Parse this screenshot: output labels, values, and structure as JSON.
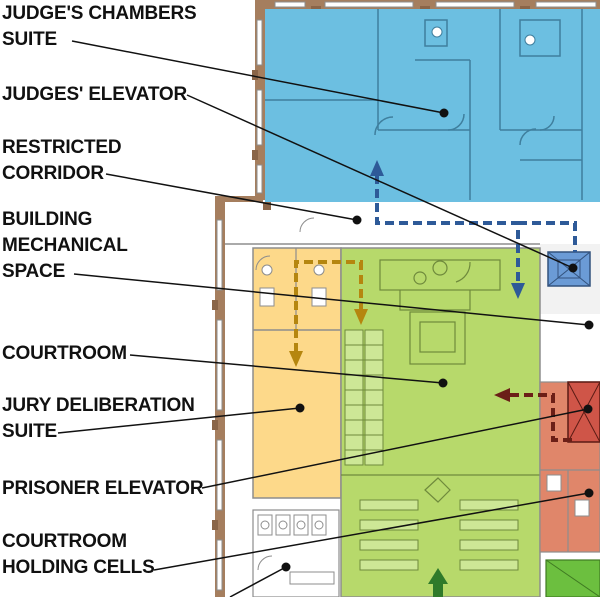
{
  "labels": [
    {
      "id": "judges-chambers-suite",
      "lines": [
        "JUDGE'S CHAMBERS",
        "SUITE"
      ]
    },
    {
      "id": "judges-elevator",
      "lines": [
        "JUDGES' ELEVATOR"
      ]
    },
    {
      "id": "restricted-corridor",
      "lines": [
        "RESTRICTED",
        "CORRIDOR"
      ]
    },
    {
      "id": "building-mechanical-space",
      "lines": [
        "BUILDING",
        "MECHANICAL",
        "SPACE"
      ]
    },
    {
      "id": "courtroom",
      "lines": [
        "COURTROOM"
      ]
    },
    {
      "id": "jury-deliberation-suite",
      "lines": [
        "JURY DELIBERATION",
        "SUITE"
      ]
    },
    {
      "id": "prisoner-elevator",
      "lines": [
        "PRISONER ELEVATOR"
      ]
    },
    {
      "id": "courtroom-holding-cells",
      "lines": [
        "COURTROOM",
        "HOLDING CELLS"
      ]
    }
  ],
  "colors": {
    "judges_chambers": "#6cbfe1",
    "jury_suite": "#fdd98a",
    "courtroom": "#b7d96b",
    "holding_cells": "#e0866a",
    "prisoner_elevator": "#cf5548",
    "judges_elevator": "#6b9bd6",
    "green_room": "#6cbf3f",
    "wall": "#a57e5e",
    "restricted_path": "#2e5a98",
    "jury_path": "#b5860f",
    "prisoner_path": "#6b1f17",
    "public_path": "#2f7a2a",
    "leader": "#111111"
  }
}
